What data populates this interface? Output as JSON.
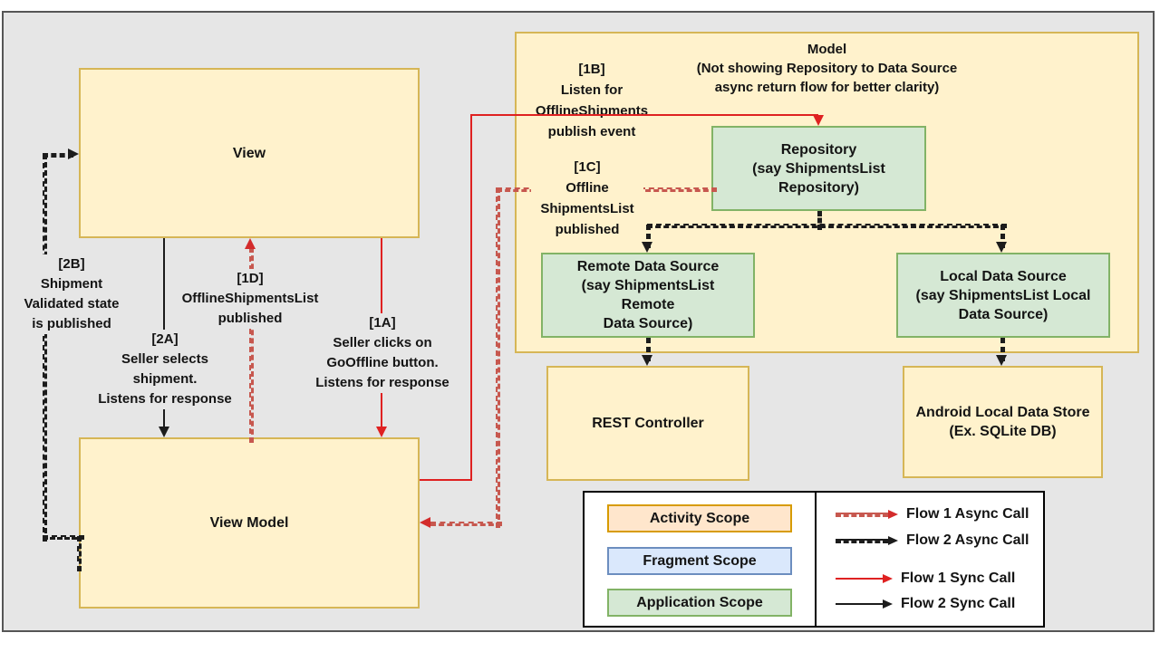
{
  "colors": {
    "panel_bg": "#e6e6e6",
    "panel_border": "#565656",
    "yellow_fill": "#fff2cc",
    "yellow_stroke": "#d6b656",
    "green_fill": "#d5e8d4",
    "green_stroke": "#82b366",
    "orange_fill": "#ffe6cc",
    "orange_stroke": "#d79b00",
    "blue_fill": "#dae8fc",
    "blue_stroke": "#6c8ebf",
    "red_solid": "#df2121",
    "red_dashed": "#c7584f",
    "black_line": "#1c1c1c"
  },
  "nodes": {
    "view": "View",
    "view_model": "View Model",
    "model_title": "Model\n(Not showing Repository to Data Source\nasync return flow for better clarity)",
    "repository": "Repository\n(say ShipmentsList\nRepository)",
    "remote_data_source": "Remote Data Source\n(say ShipmentsList\nRemote\nData Source)",
    "local_data_source": "Local Data Source\n(say ShipmentsList Local\nData Source)",
    "rest_controller": "REST Controller",
    "android_store": "Android Local Data Store\n(Ex. SQLite DB)"
  },
  "annotations": {
    "a1a": "[1A]\nSeller clicks on\nGoOffline button.\nListens for response",
    "a1b": "[1B]\nListen for\nOfflineShipments\npublish event",
    "a1c": "[1C]\nOffline\nShipmentsList\npublished",
    "a1d": "[1D]\nOfflineShipmentsList\npublished",
    "a2a": "[2A]\nSeller selects\nshipment.\nListens for response",
    "a2b": "[2B]\nShipment\nValidated state\nis published"
  },
  "legend": {
    "scopes": [
      {
        "label": "Activity Scope",
        "fill": "#ffe6cc",
        "stroke": "#d79b00"
      },
      {
        "label": "Fragment Scope",
        "fill": "#dae8fc",
        "stroke": "#6c8ebf"
      },
      {
        "label": "Application Scope",
        "fill": "#d5e8d4",
        "stroke": "#82b366"
      }
    ],
    "flows": [
      {
        "label": "Flow 1 Async Call",
        "style": "dashed",
        "color": "#c7584f"
      },
      {
        "label": "Flow 2 Async Call",
        "style": "dashed",
        "color": "#1c1c1c"
      },
      {
        "label": "Flow 1 Sync Call",
        "style": "solid",
        "color": "#df2121"
      },
      {
        "label": "Flow 2 Sync Call",
        "style": "solid",
        "color": "#1c1c1c"
      }
    ]
  }
}
